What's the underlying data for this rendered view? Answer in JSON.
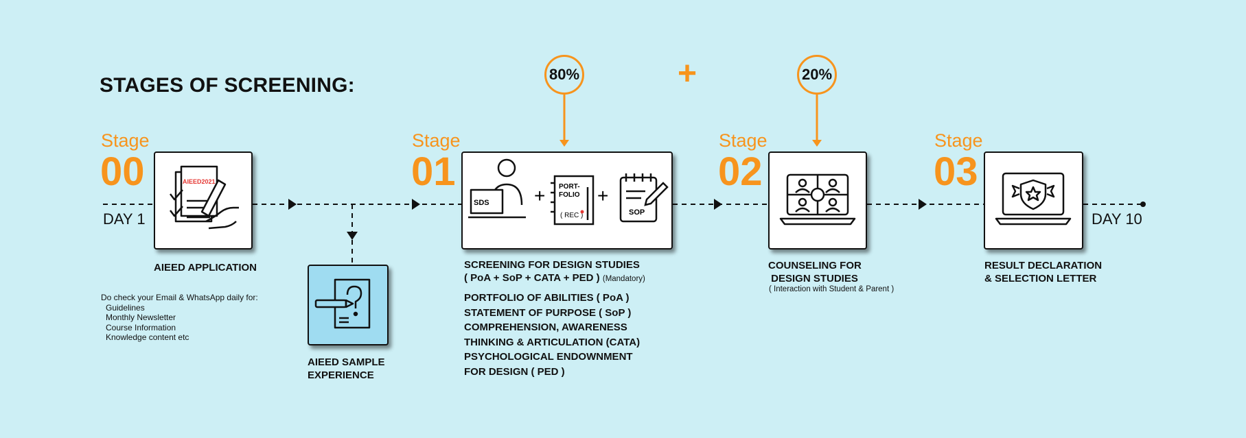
{
  "title": "STAGES OF SCREENING:",
  "colors": {
    "accent": "#f7941d",
    "background": "#cdeff5",
    "sample_box": "#9fdcf1"
  },
  "timeline": {
    "start_day": "DAY 1",
    "end_day": "DAY 10"
  },
  "stages": [
    {
      "word": "Stage",
      "number": "00",
      "label_lines": [
        "AIEED APPLICATION"
      ],
      "icon": "application-form-icon",
      "icon_text": "AIEED2021"
    },
    {
      "word": "Stage",
      "number": "01",
      "label_lines": [
        "SCREENING FOR DESIGN STUDIES",
        "( PoA + SoP + CATA + PED )"
      ],
      "label_suffix": "(Mandatory)",
      "icon": "screening-icons",
      "weight": "80%"
    },
    {
      "word": "Stage",
      "number": "02",
      "label_lines": [
        "COUNSELING FOR",
        " DESIGN STUDIES"
      ],
      "sub": "( Interaction with Student & Parent )",
      "icon": "video-call-laptop-icon",
      "weight": "20%"
    },
    {
      "word": "Stage",
      "number": "03",
      "label_lines": [
        "RESULT DECLARATION",
        "& SELECTION LETTER"
      ],
      "icon": "certificate-laptop-icon"
    }
  ],
  "plus_symbol": "+",
  "screening_icons": {
    "sds": "SDS",
    "portfolio_top": "PORT-",
    "portfolio_bottom": "FOLIO",
    "rec": "( REC )",
    "sop": "SOP"
  },
  "sample": {
    "label_lines": [
      "AIEED SAMPLE",
      "EXPERIENCE"
    ],
    "icon": "question-document-icon"
  },
  "note": {
    "heading": "Do check your Email & WhatsApp daily for:",
    "items": [
      "Guidelines",
      "Monthly Newsletter",
      "Course Information",
      "Knowledge content etc"
    ]
  },
  "components": [
    "PORTFOLIO OF ABILITIES ( PoA )",
    "STATEMENT OF PURPOSE ( SoP )",
    "COMPREHENSION, AWARENESS",
    "THINKING & ARTICULATION (CATA)",
    "PSYCHOLOGICAL ENDOWNMENT",
    "FOR DESIGN ( PED )"
  ]
}
